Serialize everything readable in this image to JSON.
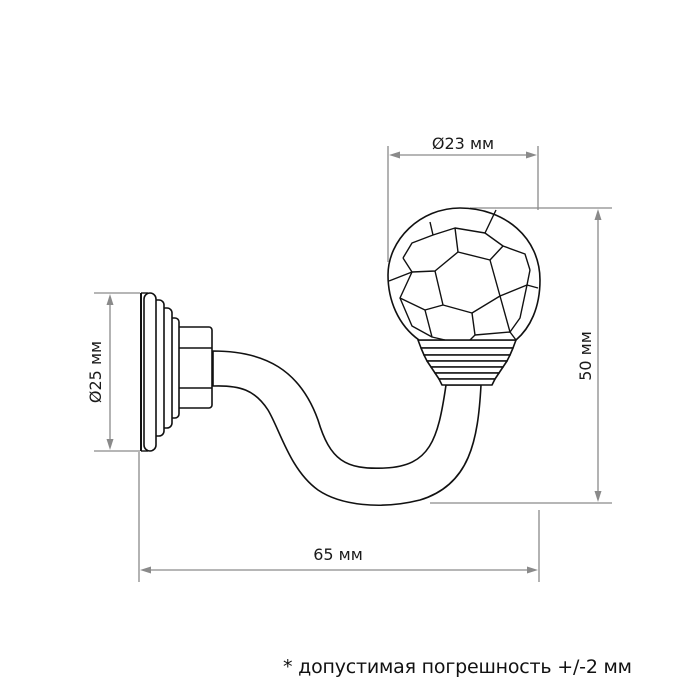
{
  "drawing": {
    "subject": "curtain tieback hook with faceted crystal ball",
    "dimensions": {
      "ball_diameter": "Ø23 мм",
      "base_diameter": "Ø25 мм",
      "height": "50 мм",
      "length": "65 мм"
    },
    "note": "* допустимая погрешность +/-2 мм",
    "colors": {
      "outline": "#111111",
      "dimension_lines": "#8a8a8a",
      "background": "#ffffff"
    }
  }
}
